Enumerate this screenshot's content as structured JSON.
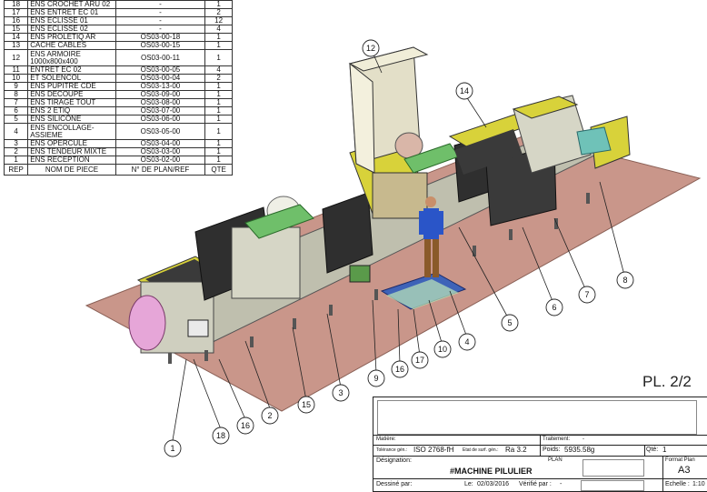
{
  "bom": {
    "header": {
      "rep": "REP",
      "name": "NOM DE PIECE",
      "ref": "N° DE PLAN/REF",
      "qty": "QTE"
    },
    "rows": [
      {
        "rep": "18",
        "name": "ENS CROCHET ARU 02",
        "ref": "-",
        "qty": "1"
      },
      {
        "rep": "17",
        "name": "ENS ENTRET EC 01",
        "ref": "-",
        "qty": "2"
      },
      {
        "rep": "16",
        "name": "ENS ECLISSE 01",
        "ref": "-",
        "qty": "12"
      },
      {
        "rep": "15",
        "name": "ENS ECLISSE 02",
        "ref": "-",
        "qty": "4"
      },
      {
        "rep": "14",
        "name": "ENS PROLETIQ AR",
        "ref": "OS03-00-18",
        "qty": "1"
      },
      {
        "rep": "13",
        "name": "CACHE CABLES",
        "ref": "OS03-00-15",
        "qty": "1"
      },
      {
        "rep": "12",
        "name": "ENS ARMOIRE 1000x800x400",
        "ref": "OS03-00-11",
        "qty": "1"
      },
      {
        "rep": "11",
        "name": "ENTRET EC 02",
        "ref": "OS03-00-05",
        "qty": "4"
      },
      {
        "rep": "10",
        "name": "ET SOLENCOL",
        "ref": "OS03-00-04",
        "qty": "2"
      },
      {
        "rep": "9",
        "name": "ENS PUPITRE CDE",
        "ref": "OS03-13-00",
        "qty": "1"
      },
      {
        "rep": "8",
        "name": "ENS DECOUPE",
        "ref": "OS03-09-00",
        "qty": "1"
      },
      {
        "rep": "7",
        "name": "ENS TIRAGE TOUT",
        "ref": "OS03-08-00",
        "qty": "1"
      },
      {
        "rep": "6",
        "name": "ENS 2 ETIQ",
        "ref": "OS03-07-00",
        "qty": "1"
      },
      {
        "rep": "5",
        "name": "ENS SILICONE",
        "ref": "OS03-06-00",
        "qty": "1"
      },
      {
        "rep": "4",
        "name": "ENS ENCOLLAGE-ASSIEME",
        "ref": "OS03-05-00",
        "qty": "1"
      },
      {
        "rep": "3",
        "name": "ENS OPERCULE",
        "ref": "OS03-04-00",
        "qty": "1"
      },
      {
        "rep": "2",
        "name": "ENS TENDEUR MIXTE",
        "ref": "OS03-03-00",
        "qty": "1"
      },
      {
        "rep": "1",
        "name": "ENS RECEPTION",
        "ref": "OS03-02-00",
        "qty": "1"
      }
    ]
  },
  "balloons": [
    "1",
    "18",
    "16",
    "2",
    "15",
    "3",
    "9",
    "16",
    "17",
    "10",
    "4",
    "5",
    "6",
    "7",
    "8",
    "14",
    "12"
  ],
  "plate_label": "PL. 2/2",
  "title_block": {
    "matiere_label": "Matière:",
    "traitement_label": "Traitement:",
    "traitement_value": "-",
    "tolerance_label": "Tolérance gén.:",
    "tolerance_value": "ISO 2768-fH",
    "surface_label": "Etat de surf. gén.:",
    "surface_value": "Ra 3.2",
    "poids_label": "Poids:",
    "poids_value": "5935.58g",
    "qte_label": "Qté:",
    "qte_value": "1",
    "designation_label": "Désignation:",
    "designation_value": "#MACHINE PILULIER",
    "plan_label": "PLAN",
    "format_label": "Format Plan",
    "format_value": "A3",
    "dessine_label": "Dessiné par:",
    "le_label": "Le:",
    "le_value": "02/03/2016",
    "verifie_label": "Vérifié par :",
    "verifie_value": "-",
    "echelle_label": "Echelle :",
    "echelle_value": "1:10"
  },
  "colors": {
    "floor": "#c9968a",
    "frame": "#c8c8b6",
    "panel_yellow": "#d8d23a",
    "guard_dark": "#2f2f2f",
    "roll_pink": "#e6a6d8",
    "conveyor_green": "#6fbf6a",
    "operator_blue": "#2a55c8",
    "operator_brown": "#8a5a2a",
    "cabinet": "#e3dfc8",
    "base_blue": "#3e63b8"
  },
  "icons": {
    "operator": "operator-figure-icon"
  }
}
